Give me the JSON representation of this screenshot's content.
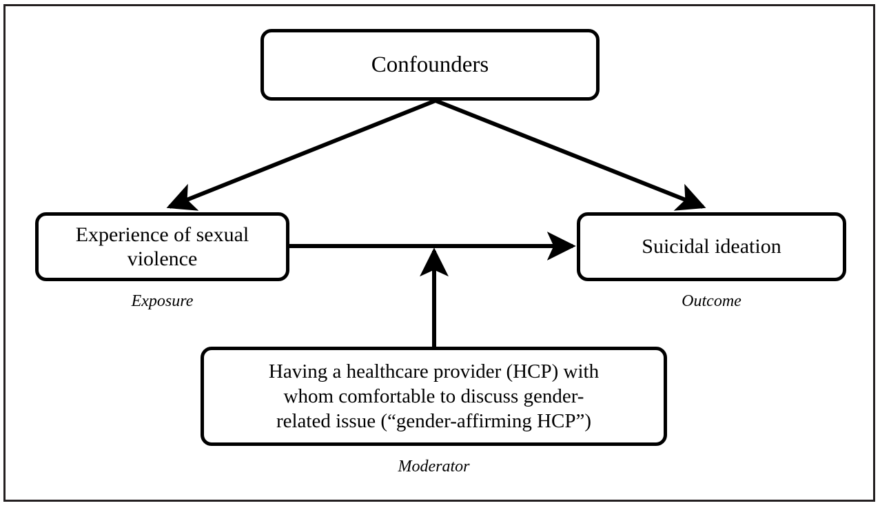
{
  "figure": {
    "type": "conceptual-framework-diagram",
    "background_color": "#ffffff",
    "frame_color": "#231f20",
    "line_color": "#000000"
  },
  "nodes": {
    "confounders": {
      "label": "Confounders",
      "role_caption": ""
    },
    "exposure": {
      "label": "Experience of sexual\nviolence",
      "role_caption": "Exposure"
    },
    "outcome": {
      "label": "Suicidal ideation",
      "role_caption": "Outcome"
    },
    "moderator": {
      "label": "Having a healthcare provider (HCP) with\nwhom comfortable to discuss gender-\nrelated issue (“gender-affirming HCP”)",
      "role_caption": "Moderator"
    }
  },
  "edges": [
    {
      "name": "confounders-to-exposure",
      "from": "confounders",
      "to": "exposure",
      "style": "solid-arrow"
    },
    {
      "name": "confounders-to-outcome",
      "from": "confounders",
      "to": "outcome",
      "style": "solid-arrow"
    },
    {
      "name": "exposure-to-outcome",
      "from": "exposure",
      "to": "outcome",
      "style": "solid-arrow"
    },
    {
      "name": "moderator-to-exposure-outcome-path",
      "from": "moderator",
      "to": "exposure-to-outcome",
      "style": "solid-arrow"
    }
  ]
}
